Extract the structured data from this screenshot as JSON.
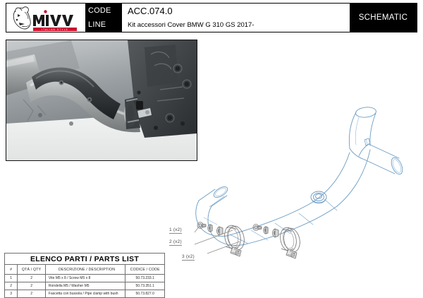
{
  "header": {
    "brand": {
      "name": "mivv",
      "tagline": "ITALIAN STYLE",
      "logo_icon": "wolf-head-logo",
      "accent_color": "#c8102e"
    },
    "code_label": "CODE",
    "code_value": "ACC.074.0",
    "line_label": "LINE",
    "line_value": "Kit accessori Cover BMW G 310 GS 2017-",
    "document_type": "SCHEMATIC"
  },
  "photo": {
    "caption": "",
    "alt_name": "exhaust-cover-installed-photo"
  },
  "drawing": {
    "line_color": "#6a9bc3",
    "detail_color": "#6e6e6e",
    "part_name": "cover-pipe-isometric"
  },
  "callouts": [
    {
      "id": "1",
      "label": "1 (x2)"
    },
    {
      "id": "2",
      "label": "2 (x2)"
    },
    {
      "id": "3",
      "label": "3 (x2)"
    }
  ],
  "parts_list": {
    "title": "ELENCO PARTI / PARTS LIST",
    "columns": {
      "num": "#",
      "qty": "QTÁ / QTY",
      "description": "DESCRIZIONE / DESCRIPTION",
      "code": "CODICE / CODE"
    },
    "rows": [
      {
        "num": "1",
        "qty": "2",
        "description": "Vite M5 x 8 / Screw M5 x 8",
        "code": "50.73.233.1"
      },
      {
        "num": "2",
        "qty": "2",
        "description": "Rondella M5 / Washer M5",
        "code": "50.73.351.1"
      },
      {
        "num": "3",
        "qty": "2",
        "description": "Fascetta con bussola / Pipe clamp with bush",
        "code": "50.73.827.0"
      }
    ]
  }
}
